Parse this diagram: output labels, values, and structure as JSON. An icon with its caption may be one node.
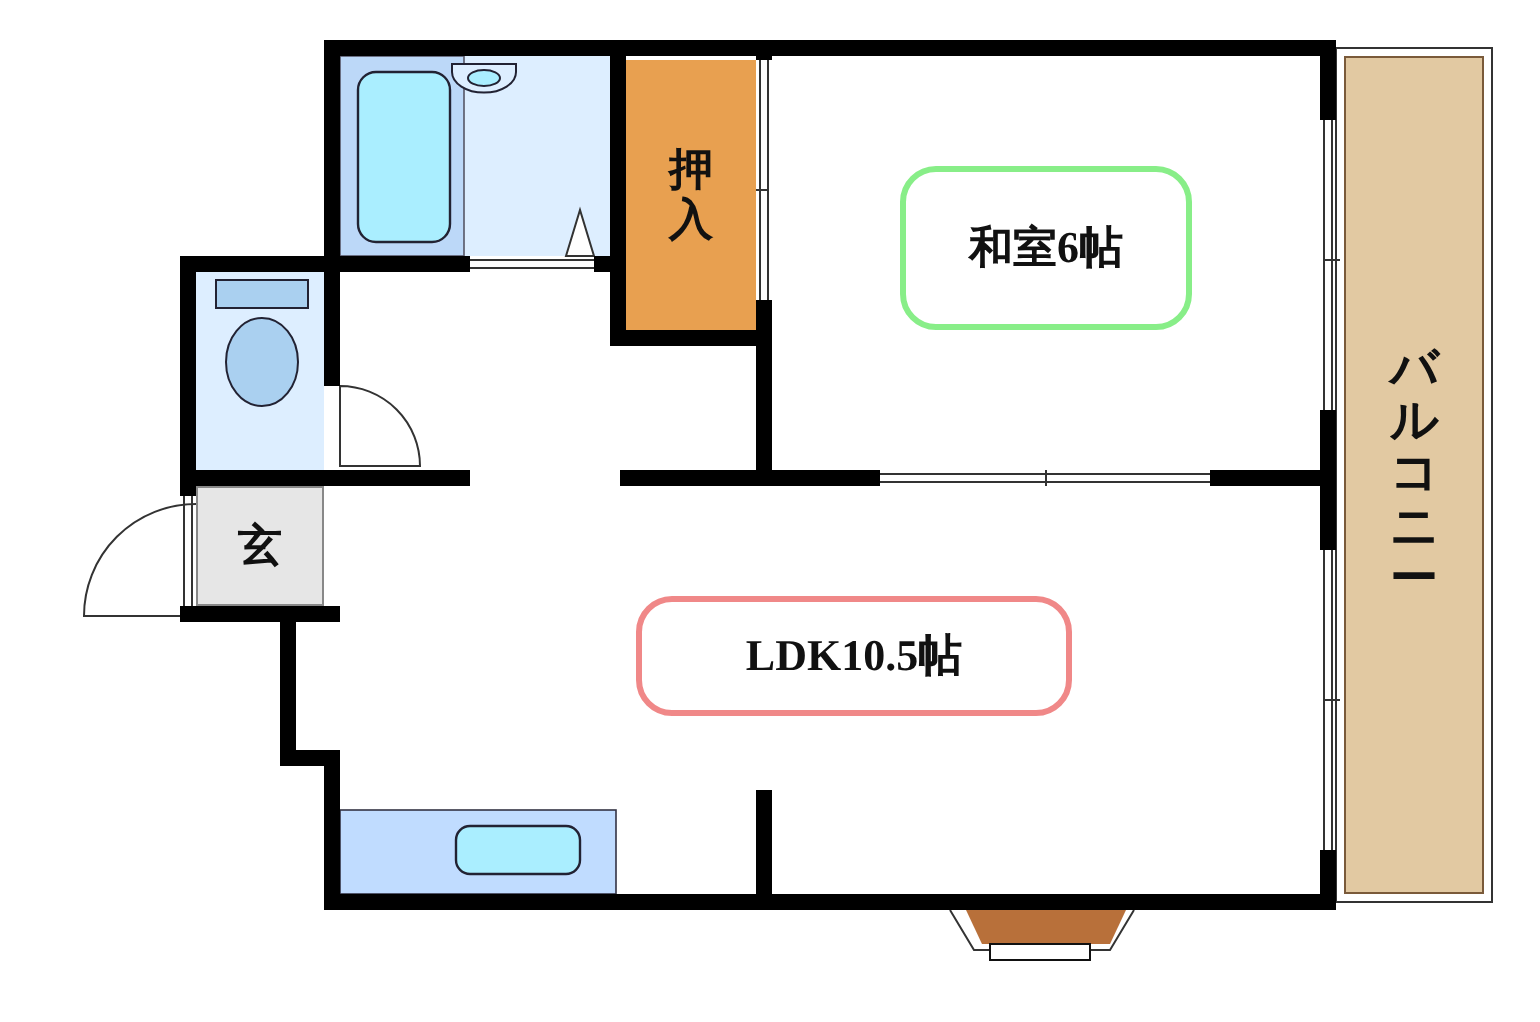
{
  "diagram": {
    "nodes": [
      {
        "text": [
          "押入"
        ]
      },
      {
        "text": [
          "和室6帖"
        ]
      },
      {
        "text": [
          "バルコニー"
        ]
      },
      {
        "text": [
          "玄"
        ]
      },
      {
        "text": [
          "LDK10.5帖"
        ]
      }
    ]
  }
}
